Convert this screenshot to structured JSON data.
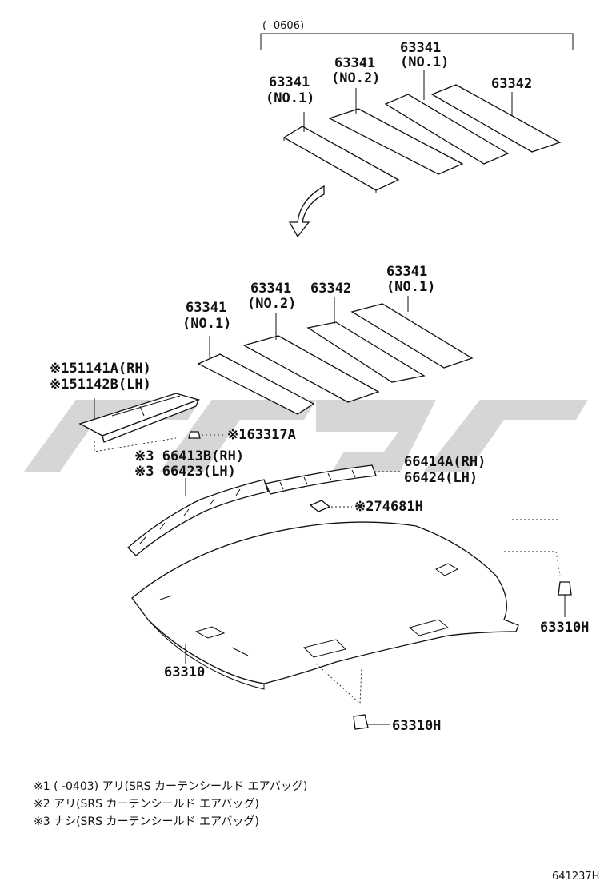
{
  "top_group": {
    "range_label": "(      -0606)",
    "parts": {
      "p1_num": "63341",
      "p1_sub": "(NO.1)",
      "p2_num": "63341",
      "p2_sub": "(NO.2)",
      "p3_num": "63341",
      "p3_sub": "(NO.1)",
      "p4_num": "63342"
    }
  },
  "bottom_group": {
    "p1_num": "63341",
    "p1_sub": "(NO.1)",
    "p2_num": "63341",
    "p2_sub": "(NO.2)",
    "p3_num": "63342",
    "p4_num": "63341",
    "p4_sub": "(NO.1)"
  },
  "callouts": {
    "vanity_rh": "※151141A(RH)",
    "vanity_lh": "※151142B(LH)",
    "clip_a": "※163317A",
    "strip_b_rh": "※3 66413B(RH)",
    "strip_b_lh": "※3 66423(LH)",
    "strip_a_rh": "66414A(RH)",
    "strip_a_lh": "66424(LH)",
    "clip_h": "※274681H",
    "headliner": "63310",
    "clip_right": "63310H",
    "clip_bottom": "63310H"
  },
  "notes": [
    "※1 (      -0403) アリ(SRS カーテンシールド エアバッグ)",
    "※2 アリ(SRS カーテンシールド エアバッグ)",
    "※3 ナシ(SRS カーテンシールド エアバッグ)"
  ],
  "diagram_code": "641237H"
}
